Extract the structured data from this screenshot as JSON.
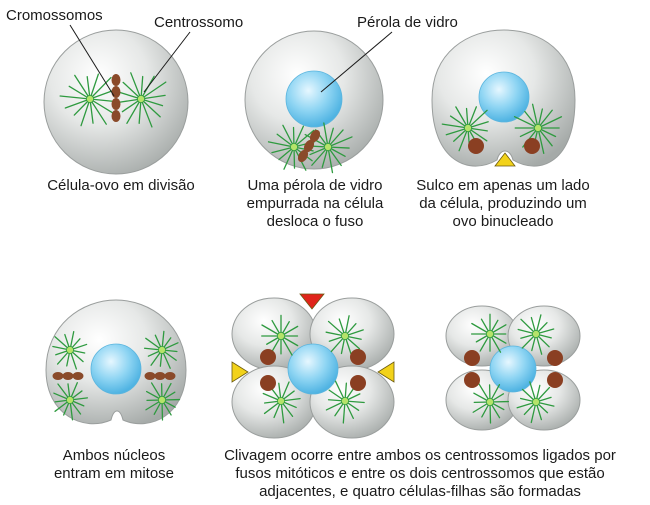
{
  "labels": {
    "chromosomes": "Cromossomos",
    "centrosome": "Centrossomo",
    "glass_bead": "Pérola de vidro"
  },
  "captions": {
    "panel1": "Célula-ovo em divisão",
    "panel2": [
      "Uma pérola de vidro",
      "empurrada na célula",
      "desloca o fuso"
    ],
    "panel3": [
      "Sulco em apenas um lado",
      "da célula, produzindo um",
      "ovo binucleado"
    ],
    "panel4": [
      "Ambos núcleos",
      "entram em mitose"
    ],
    "panel5": [
      "Clivagem ocorre entre ambos os centrossomos ligados por",
      "fusos mitóticos e entre os dois centrossomos que estão",
      "adjacentes, e quatro células-filhas são formadas"
    ]
  },
  "colors": {
    "cell_fill": "#d9dcdb",
    "cell_edge": "#9a9e9d",
    "spindle": "#2e9a3f",
    "centrosome": "#b5e36a",
    "chromosome": "#8a4a2a",
    "nucleus": "#8a3f22",
    "bead": "#7fcdf0",
    "arrow_red": "#e0251b",
    "arrow_yellow": "#f2d21a"
  },
  "icons": [
    "furrow-arrow-yellow",
    "furrow-arrow-red"
  ]
}
